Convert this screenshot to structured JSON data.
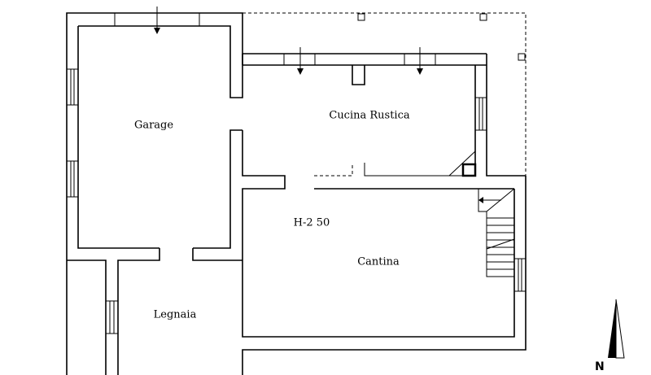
{
  "plan": {
    "rooms": {
      "garage": "Garage",
      "cucina": "Cucina Rustica",
      "cantina": "Cantina",
      "legnaia": "Legnaia"
    },
    "height_note": "H-2 50",
    "north_letter": "N"
  }
}
